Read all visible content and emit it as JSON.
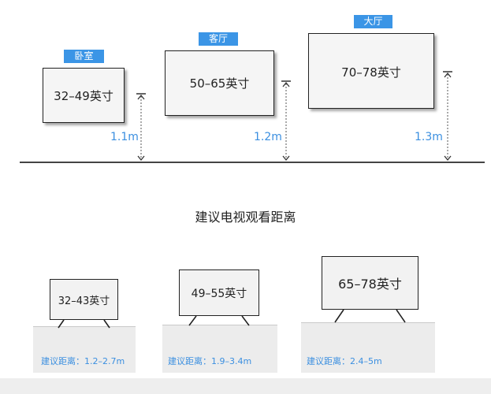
{
  "wall_tvs": [
    {
      "room": "卧室",
      "size": "32–49英寸",
      "height": "1.1m"
    },
    {
      "room": "客厅",
      "size": "50–65英寸",
      "height": "1.2m"
    },
    {
      "room": "大厅",
      "size": "70–78英寸",
      "height": "1.3m"
    }
  ],
  "section_title": "建议电视观看距离",
  "stand_tvs": [
    {
      "size": "32–43英寸",
      "distance": "建议距离：1.2–2.7m"
    },
    {
      "size": "49–55英寸",
      "distance": "建议距离：1.9–3.4m"
    },
    {
      "size": "65–78英寸",
      "distance": "建议距离：2.4–5m"
    }
  ],
  "colors": {
    "accent": "#3b95e6",
    "text_blue": "#3b8fe0"
  }
}
